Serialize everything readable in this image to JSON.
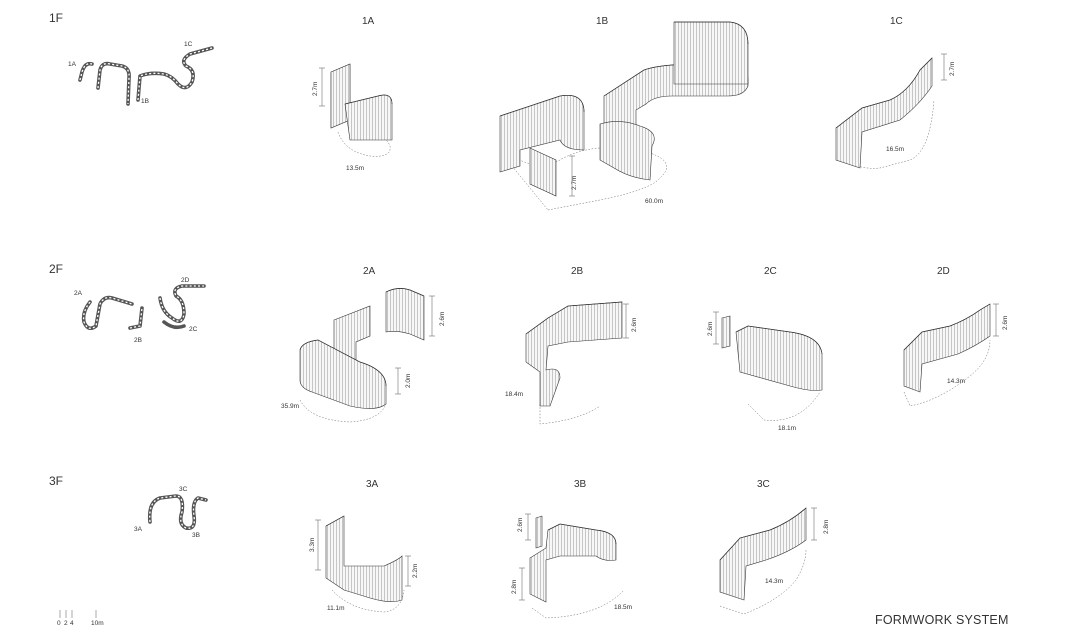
{
  "footer": {
    "title": "FORMWORK SYSTEM"
  },
  "scale_bar": {
    "ticks": [
      "0",
      "2",
      "4",
      "10m"
    ]
  },
  "floors": [
    {
      "id": "1F",
      "label": "1F",
      "plan_tags": [
        "1A",
        "1B",
        "1C"
      ],
      "modules": [
        {
          "id": "1A",
          "title": "1A",
          "height": "2.7m",
          "length": "13.5m"
        },
        {
          "id": "1B",
          "title": "1B",
          "height": "2.7m",
          "length": "60.0m"
        },
        {
          "id": "1C",
          "title": "1C",
          "height": "2.7m",
          "length": "16.5m"
        }
      ]
    },
    {
      "id": "2F",
      "label": "2F",
      "plan_tags": [
        "2A",
        "2B",
        "2C",
        "2D"
      ],
      "modules": [
        {
          "id": "2A",
          "title": "2A",
          "height": "2.6m",
          "height2": "2.0m",
          "length": "35.9m"
        },
        {
          "id": "2B",
          "title": "2B",
          "height": "2.6m",
          "length": "18.4m"
        },
        {
          "id": "2C",
          "title": "2C",
          "height": "2.6m",
          "length": "18.1m"
        },
        {
          "id": "2D",
          "title": "2D",
          "height": "2.6m",
          "length": "14.3m"
        }
      ]
    },
    {
      "id": "3F",
      "label": "3F",
      "plan_tags": [
        "3A",
        "3B",
        "3C"
      ],
      "modules": [
        {
          "id": "3A",
          "title": "3A",
          "height": "3.3m",
          "height2": "2.2m",
          "length": "11.1m"
        },
        {
          "id": "3B",
          "title": "3B",
          "height": "2.6m",
          "height2": "2.8m",
          "length": "18.5m"
        },
        {
          "id": "3C",
          "title": "3C",
          "height": "2.8m",
          "length": "14.3m"
        }
      ]
    }
  ]
}
